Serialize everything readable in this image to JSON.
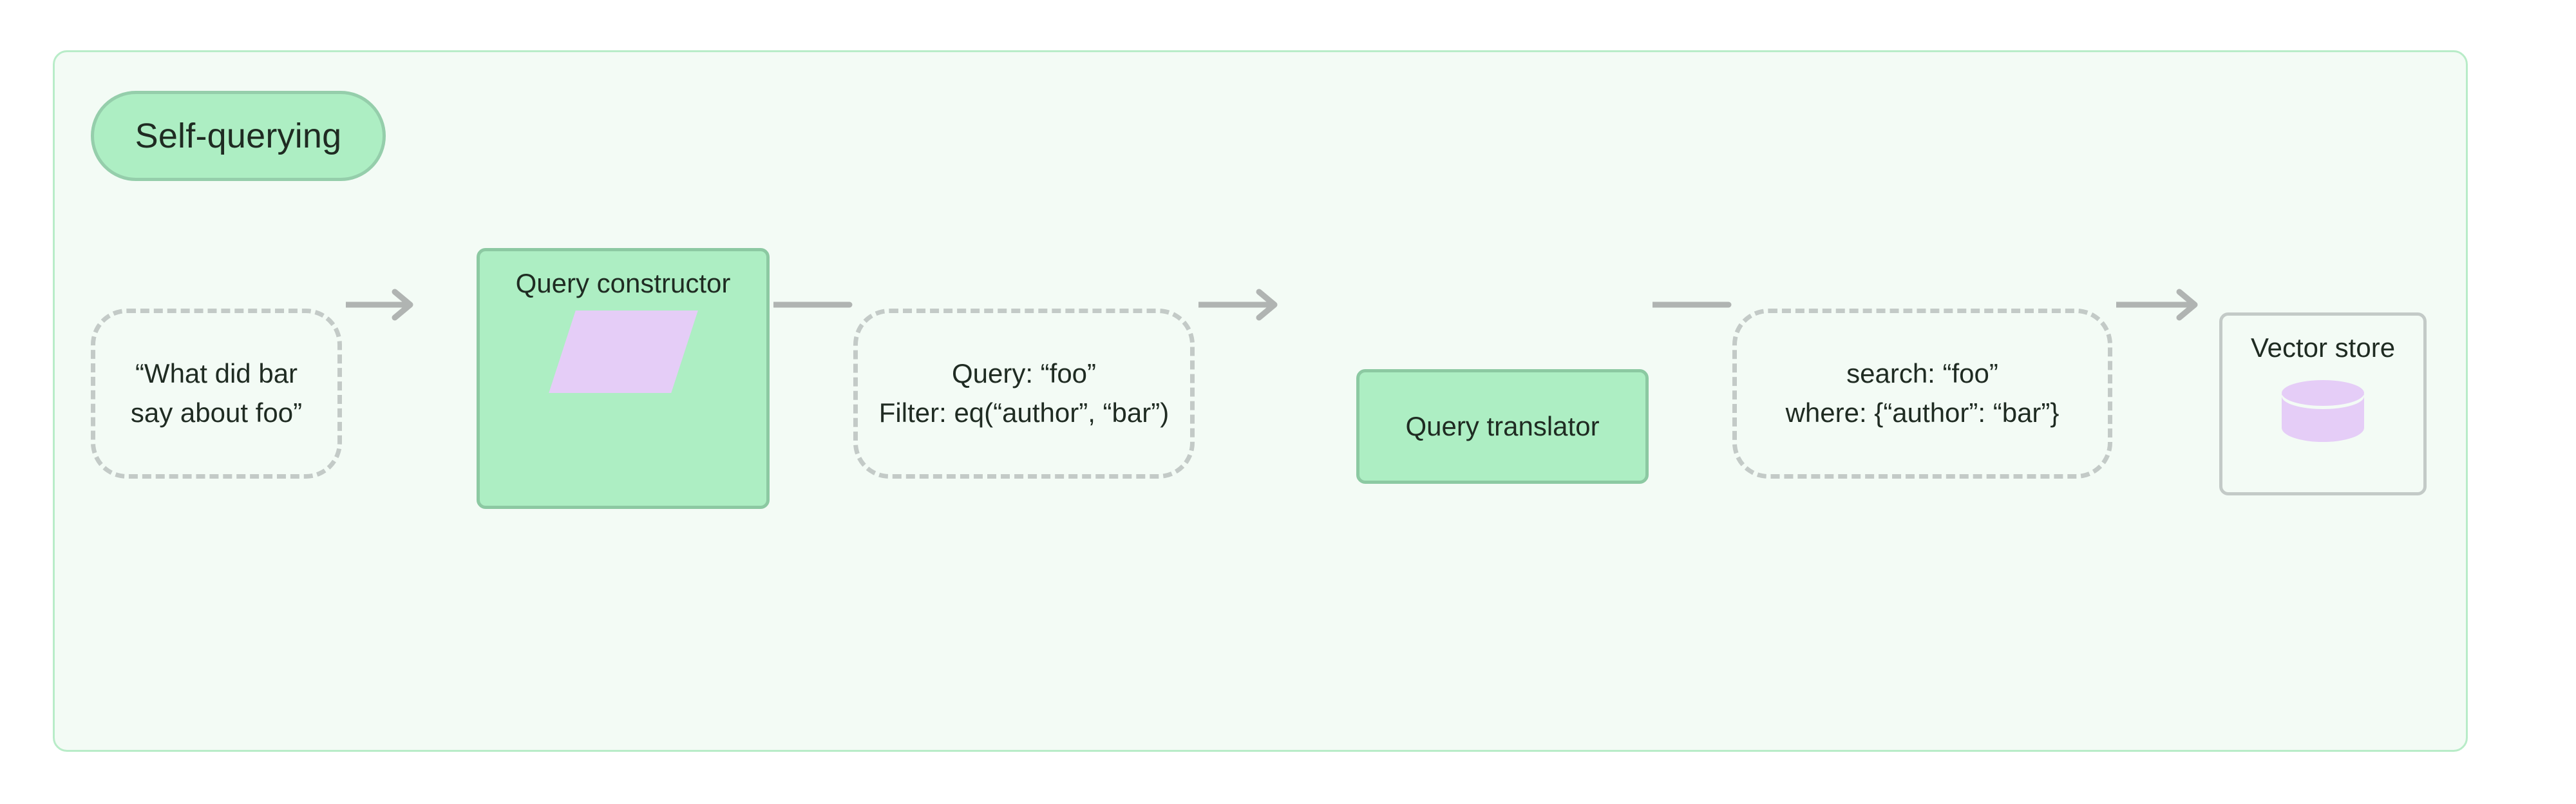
{
  "diagram": {
    "title": "Self-querying",
    "background_color": "#ffffff",
    "container_fill": "#f3fbf5",
    "container_border": "#b8ecc8",
    "accent_green": "#adeec3",
    "accent_green_border": "#8cc9a2",
    "accent_purple": "#e5cdf7",
    "dashed_border": "#c3cac7",
    "edge_color": "#b0b4b2",
    "text_color": "#1f2b22"
  },
  "nodes": [
    {
      "id": "user-question",
      "kind": "dashed",
      "lines": [
        "“What did bar",
        "say about foo”"
      ]
    },
    {
      "id": "query-constructor",
      "kind": "process",
      "label": "Query constructor",
      "icon": "parallelogram-icon"
    },
    {
      "id": "structured-query",
      "kind": "dashed",
      "lines": [
        "Query: “foo”",
        "Filter: eq(“author”, “bar”)"
      ]
    },
    {
      "id": "query-translator",
      "kind": "process",
      "label": "Query translator",
      "icon": ""
    },
    {
      "id": "native-query",
      "kind": "dashed",
      "lines": [
        "search: “foo”",
        "where: {“author”: “bar”}"
      ]
    },
    {
      "id": "vector-store",
      "kind": "plain",
      "label": "Vector store",
      "icon": "database-cylinder-icon"
    }
  ],
  "edges": [
    {
      "from": "user-question",
      "to": "query-constructor",
      "arrowhead": true
    },
    {
      "from": "query-constructor",
      "to": "structured-query",
      "arrowhead": false
    },
    {
      "from": "structured-query",
      "to": "query-translator",
      "arrowhead": true
    },
    {
      "from": "query-translator",
      "to": "native-query",
      "arrowhead": false
    },
    {
      "from": "native-query",
      "to": "vector-store",
      "arrowhead": true
    }
  ]
}
